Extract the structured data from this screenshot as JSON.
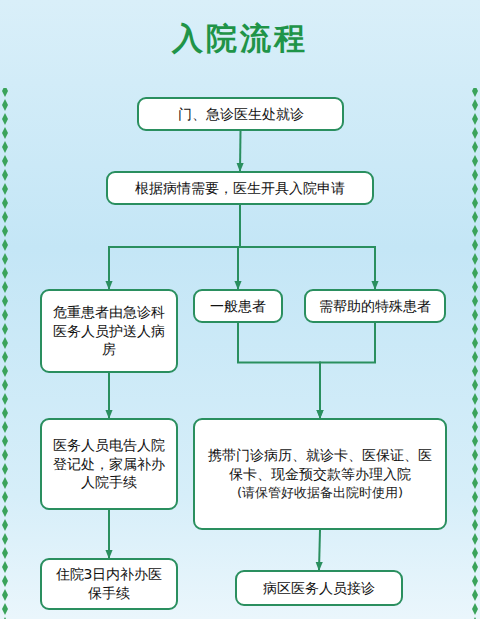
{
  "diagram": {
    "title": "入院流程",
    "nodes": [
      {
        "text": [
          "门、急诊医生处就诊"
        ]
      },
      {
        "text": [
          "根据病情需要，医生开具入院申请"
        ]
      },
      {
        "text": [
          "危重患者由急诊科医务人员护送人病房"
        ]
      },
      {
        "text": [
          "一般患者"
        ]
      },
      {
        "text": [
          "需帮助的特殊患者"
        ]
      },
      {
        "text": [
          "医务人员电告人院登记处，家属补办人院手续"
        ]
      },
      {
        "text": [
          "携带门诊病历、就诊卡、医保证、医保卡、现金预交款等办理入院",
          "(请保管好收据备出院时使用)"
        ]
      },
      {
        "text": [
          "住院3日内补办医保手续"
        ]
      },
      {
        "text": [
          "病区医务人员接诊"
        ]
      }
    ],
    "edges": [
      {
        "from": 0,
        "to": 1,
        "arrow": "to"
      },
      {
        "from": 1,
        "to": 2,
        "arrow": "to"
      },
      {
        "from": 1,
        "to": 3,
        "arrow": "to"
      },
      {
        "from": 1,
        "to": 4,
        "arrow": "to"
      },
      {
        "from": 2,
        "to": 5,
        "arrow": "to"
      },
      {
        "from": 3,
        "to": 6,
        "arrow": "to"
      },
      {
        "from": 4,
        "to": 6,
        "arrow": "to"
      },
      {
        "from": 5,
        "to": 7,
        "arrow": "to"
      },
      {
        "from": 6,
        "to": 8,
        "arrow": "to"
      }
    ]
  }
}
